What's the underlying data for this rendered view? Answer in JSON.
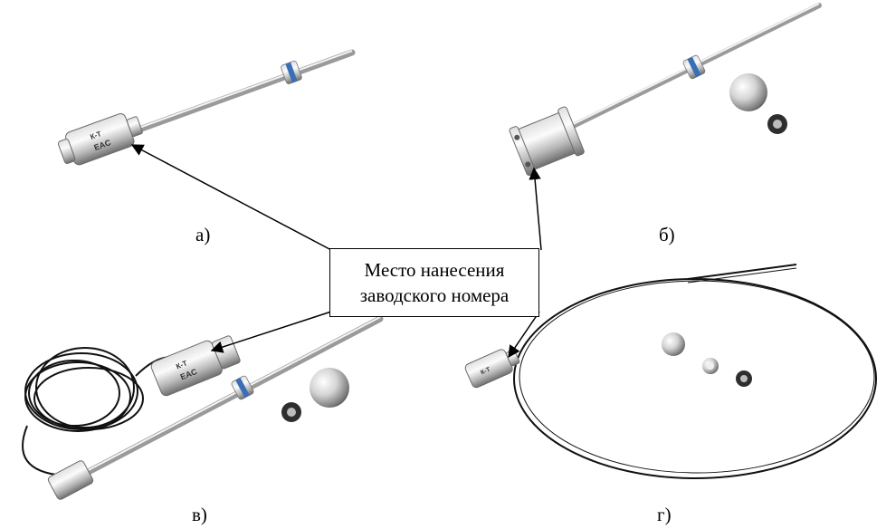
{
  "callout": {
    "line1": "Место нанесения",
    "line2": "заводского номера"
  },
  "panels": [
    {
      "label": "а)"
    },
    {
      "label": "б)"
    },
    {
      "label": "в)"
    },
    {
      "label": "г)"
    }
  ],
  "brand": {
    "mark": "К-Т",
    "text": "EAC"
  },
  "colors": {
    "steel_light": "#f2f2f2",
    "steel_mid": "#bdbdbd",
    "steel_dark": "#6e6e6e",
    "collar_blue": "#3a6fb5",
    "cable": "#111111"
  }
}
